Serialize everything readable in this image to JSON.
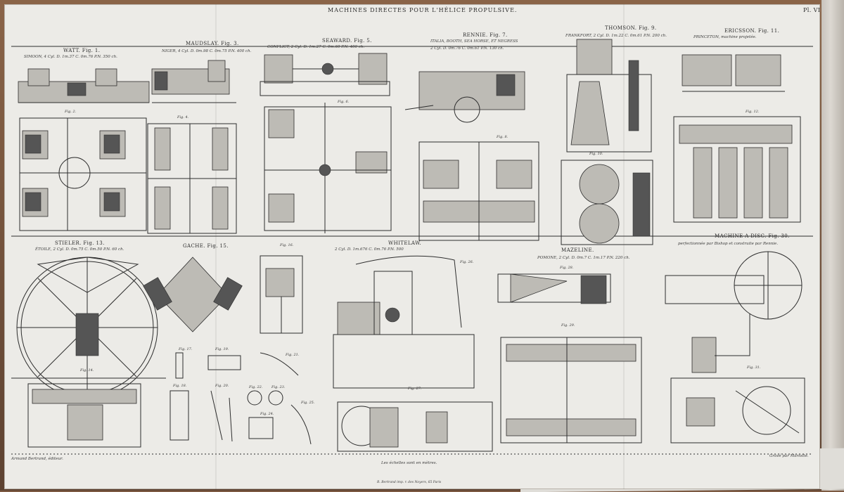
{
  "plate": {
    "title": "MACHINES DIRECTES POUR L'HÉLICE PROPULSIVE.",
    "plate_number": "Pl. VI",
    "footer_left": "Armand Bertrand, éditeur.",
    "footer_center": "Les échelles sont en mètres.",
    "footer_right": "Gravé par Mariotte.",
    "printer": "R. Bertrand imp. r. des Noyers, 65 Paris"
  },
  "figures": {
    "watt": {
      "name": "WATT. Fig. 1.",
      "sub": "SIMOON, 4 Cyl. D. 1m.37 C. 0m.76 P.N. 350 ch.",
      "fig2": "Fig. 2."
    },
    "maudslay": {
      "name": "MAUDSLAY. Fig. 3.",
      "sub": "NIGER, 4 Cyl. D. 0m.98 C. 0m.75 P.N. 400 ch.",
      "fig4": "Fig. 4."
    },
    "seaward": {
      "name": "SEAWARD. Fig. 5.",
      "sub": "CONFLICT, 2 Cyl. D. 1m.27 C. 0m.60 P.N. 400 ch.",
      "fig6": "Fig. 6."
    },
    "rennie": {
      "name": "RENNIE. Fig. 7.",
      "sub": "ITALIA, BOOTH, SEA HORSE, ET NEGRESS",
      "sub2": "2 Cyl. D. 0m.76 C. 0m.61 P.N. 130 ch.",
      "fig8": "Fig. 8."
    },
    "thomson": {
      "name": "THOMSON. Fig. 9.",
      "sub": "FRANKFORT, 2 Cyl. D. 1m.22 C. 0m.61 P.N. 200 ch.",
      "fig10": "Fig. 10."
    },
    "ericsson": {
      "name": "ERICSSON. Fig. 11.",
      "sub": "PRINCETON, machine projetée.",
      "fig12": "Fig. 12."
    },
    "stieler": {
      "name": "STIELER. Fig. 13.",
      "sub": "ÉTOILE, 2 Cyl. D. 0m.75 C. 0m.50 P.N. 60 ch.",
      "fig14": "Fig. 14."
    },
    "gache": {
      "name": "GACHE. Fig. 15.",
      "fig16": "Fig. 16.",
      "small": [
        "Fig. 17.",
        "Fig. 18.",
        "Fig. 19.",
        "Fig. 20.",
        "Fig. 21.",
        "Fig. 22.",
        "Fig. 23.",
        "Fig. 24.",
        "Fig. 25."
      ]
    },
    "whitelaw": {
      "name": "WHITELAW.",
      "sub": "2 Cyl. D. 1m.676 C. 0m.76 P.N. 500",
      "fig26": "Fig. 26.",
      "fig27": "Fig. 27."
    },
    "mazeline": {
      "name": "MAZELINE.",
      "sub": "POMONE, 2 Cyl. D. 0m.7 C. 1m.17 P.N. 220 ch.",
      "fig28": "Fig. 28.",
      "fig29": "Fig. 29."
    },
    "disc": {
      "name": "MACHINE A DISC. Fig. 30.",
      "sub": "perfectionnée par Bishop et construite par Rennie.",
      "fig31": "Fig. 31."
    }
  },
  "colors": {
    "paper": "#ecebe7",
    "ink": "#2d2d2d",
    "table": "#7d5a42"
  }
}
